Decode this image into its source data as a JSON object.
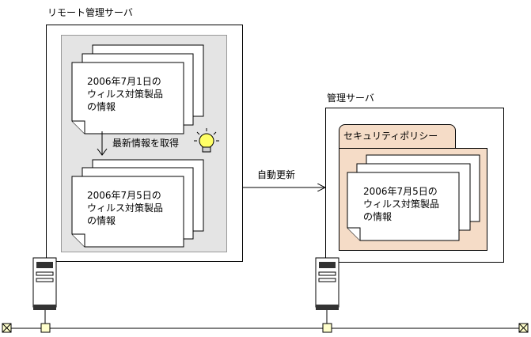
{
  "remote_server": {
    "title": "リモート管理サーバ",
    "doc_top": {
      "line1": "2006年7月1日の",
      "line2": "ウィルス対策製品",
      "line3": "の情報"
    },
    "update_action": "最新情報を取得",
    "doc_bottom": {
      "line1": "2006年7月5日の",
      "line2": "ウィルス対策製品",
      "line3": "の情報"
    }
  },
  "auto_update_label": "自動更新",
  "management_server": {
    "title": "管理サーバ",
    "policy_title": "セキュリティポリシー",
    "doc": {
      "line1": "2006年7月5日の",
      "line2": "ウィルス対策製品",
      "line3": "の情報"
    }
  },
  "colors": {
    "remote_inner_bg": "#e4e4e4",
    "policy_bg": "#f5dcc7",
    "network_node_fill": "#ffffcc"
  }
}
